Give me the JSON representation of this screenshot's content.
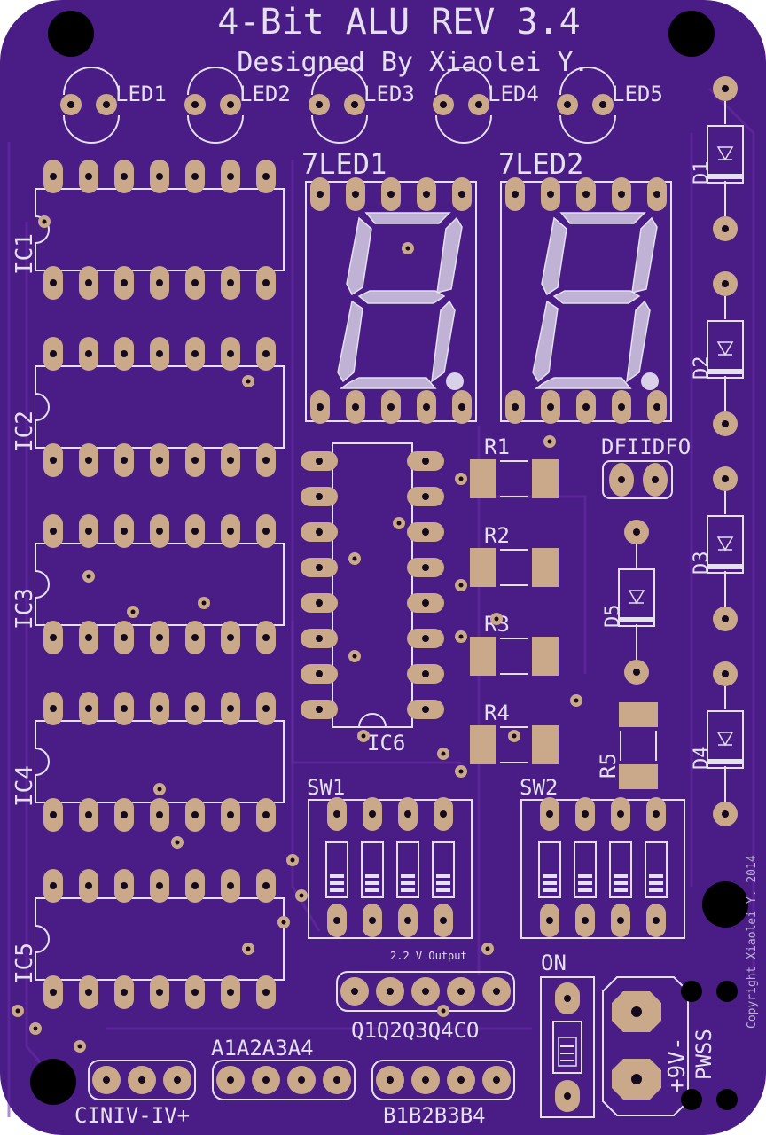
{
  "board": {
    "title": "4-Bit ALU REV 3.4",
    "subtitle": "Designed By Xiaolei Y.",
    "copyright": "Copyright Xiaolei Y. 2014",
    "colors": {
      "substrate": "#4a1c86",
      "silk": "#e4e0ee",
      "copper": "#c9a98a",
      "segment": "#bfb2d4"
    }
  },
  "leds": [
    "LED1",
    "LED2",
    "LED3",
    "LED4",
    "LED5"
  ],
  "seven_segment": [
    "7LED1",
    "7LED2"
  ],
  "ics": [
    "IC1",
    "IC2",
    "IC3",
    "IC4",
    "IC5",
    "IC6"
  ],
  "diodes": [
    "D1",
    "D2",
    "D3",
    "D4",
    "D5"
  ],
  "resistors": [
    "R1",
    "R2",
    "R3",
    "R4",
    "R5"
  ],
  "switches": [
    "SW1",
    "SW2"
  ],
  "labels": {
    "dfiidfo": "DFIIDFO",
    "output_note": "2.2 V Output",
    "q_header": "Q1Q2Q3Q4CO",
    "a_header": "A1A2A3A4",
    "b_header": "B1B2B3B4",
    "cin_header": "CINIV-IV+",
    "power_switch": "ON",
    "battery_label": "+9V-",
    "battery_name": "PWSS"
  }
}
